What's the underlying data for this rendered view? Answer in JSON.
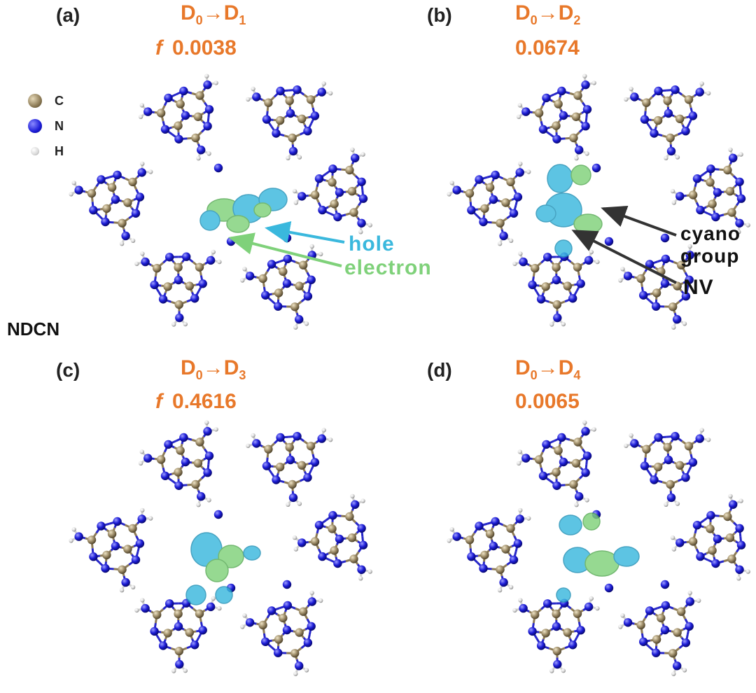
{
  "panels": [
    {
      "label": "(a)",
      "from": "D",
      "from_sub": "0",
      "to": "D",
      "to_sub": "1",
      "f_symbol": "f",
      "osc": "0.0038"
    },
    {
      "label": "(b)",
      "from": "D",
      "from_sub": "0",
      "to": "D",
      "to_sub": "2",
      "f_symbol": "",
      "osc": "0.0674"
    },
    {
      "label": "(c)",
      "from": "D",
      "from_sub": "0",
      "to": "D",
      "to_sub": "3",
      "f_symbol": "f",
      "osc": "0.4616"
    },
    {
      "label": "(d)",
      "from": "D",
      "from_sub": "0",
      "to": "D",
      "to_sub": "4",
      "f_symbol": "",
      "osc": "0.0065"
    }
  ],
  "arrow_symbol": "→",
  "legend": [
    {
      "name": "C",
      "color": "#9b8a66"
    },
    {
      "name": "N",
      "color": "#1b1bd6"
    },
    {
      "name": "H",
      "color": "#e8e8e8"
    }
  ],
  "material": "NDCN",
  "annotations": {
    "hole": "hole",
    "electron": "electron",
    "cyano_line1": "cyano",
    "cyano_line2": "group",
    "nv": "NV"
  },
  "colors": {
    "carbon": "#9b8a66",
    "nitrogen": "#1b1bd6",
    "hydrogen": "#e8e8e8",
    "hole": "#3ab8dd",
    "electron": "#7fd17a",
    "accent": "#e8782a",
    "bond_c": "#8c7a55",
    "bond_n": "#2626c8"
  }
}
